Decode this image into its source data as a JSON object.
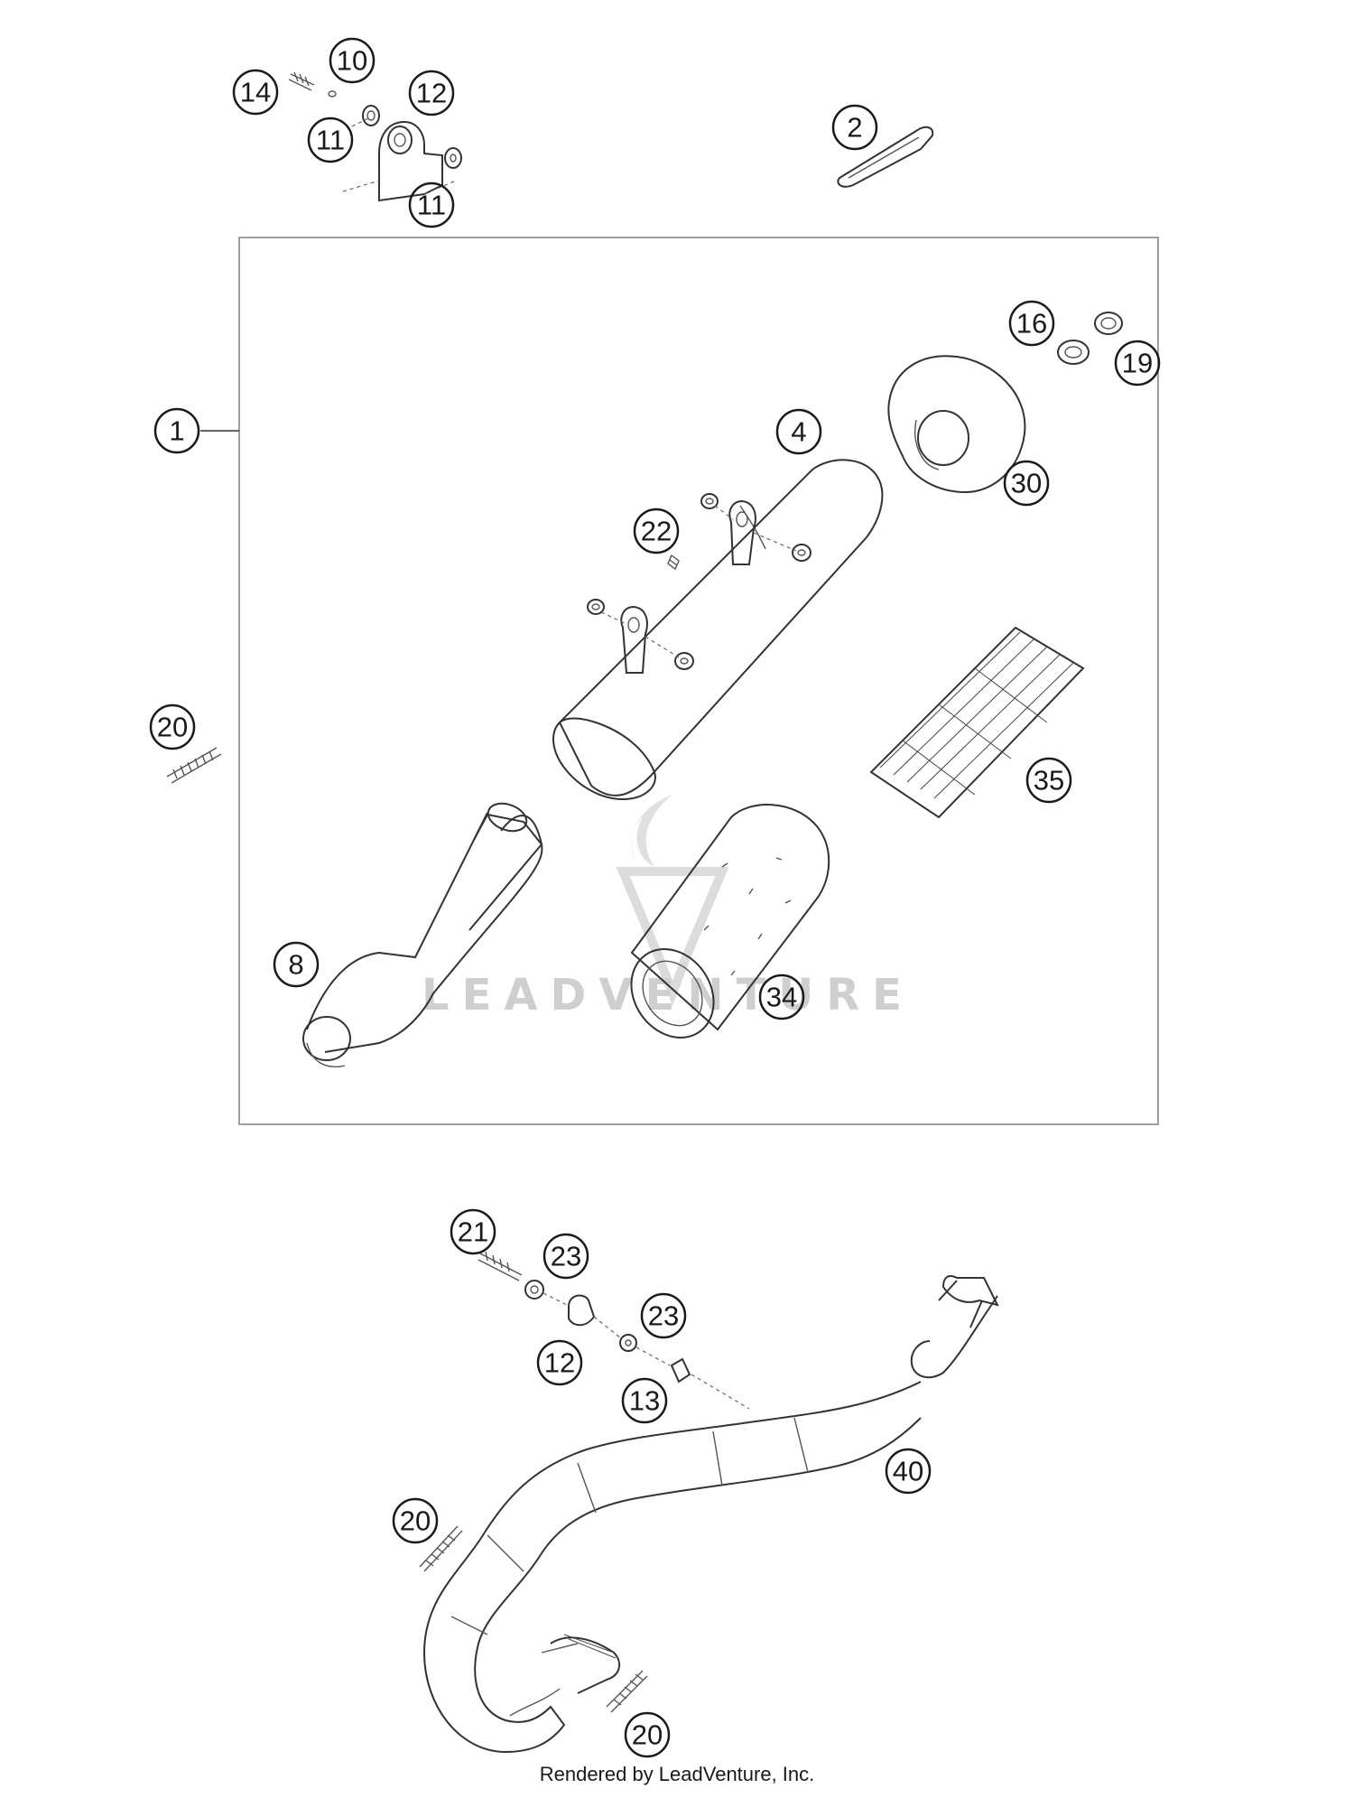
{
  "watermark": "LEADVENTURE",
  "footer": "Rendered by LeadVenture, Inc.",
  "callouts": [
    {
      "id": "c14a",
      "label": "14"
    },
    {
      "id": "c10",
      "label": "10"
    },
    {
      "id": "c12a",
      "label": "12"
    },
    {
      "id": "c11a",
      "label": "11"
    },
    {
      "id": "c11b",
      "label": "11"
    },
    {
      "id": "c2",
      "label": "2"
    },
    {
      "id": "c1",
      "label": "1"
    },
    {
      "id": "c16",
      "label": "16"
    },
    {
      "id": "c19",
      "label": "19"
    },
    {
      "id": "c4",
      "label": "4"
    },
    {
      "id": "c30",
      "label": "30"
    },
    {
      "id": "c22",
      "label": "22"
    },
    {
      "id": "c20a",
      "label": "20"
    },
    {
      "id": "c35",
      "label": "35"
    },
    {
      "id": "c8",
      "label": "8"
    },
    {
      "id": "c34",
      "label": "34"
    },
    {
      "id": "c21",
      "label": "21"
    },
    {
      "id": "c23a",
      "label": "23"
    },
    {
      "id": "c23b",
      "label": "23"
    },
    {
      "id": "c12b",
      "label": "12"
    },
    {
      "id": "c13",
      "label": "13"
    },
    {
      "id": "c40",
      "label": "40"
    },
    {
      "id": "c20b",
      "label": "20"
    },
    {
      "id": "c20c",
      "label": "20"
    }
  ]
}
